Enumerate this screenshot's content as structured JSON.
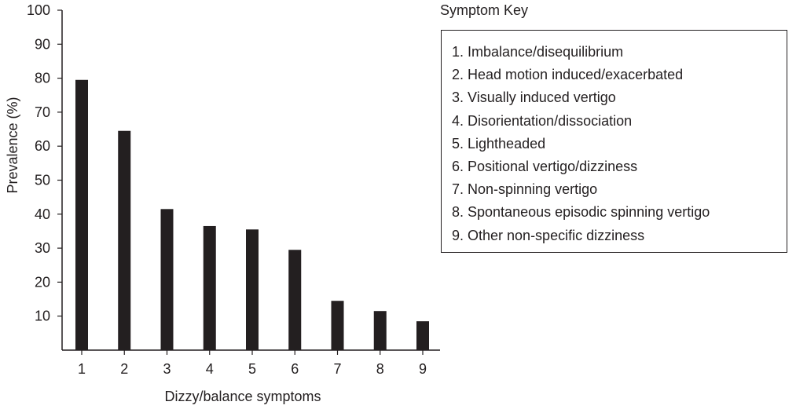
{
  "chart_data": {
    "type": "bar",
    "categories": [
      "1",
      "2",
      "3",
      "4",
      "5",
      "6",
      "7",
      "8",
      "9"
    ],
    "values": [
      79.5,
      64.5,
      41.5,
      36.5,
      35.5,
      29.5,
      14.5,
      11.5,
      8.5
    ],
    "title": "",
    "xlabel": "Dizzy/balance symptoms",
    "ylabel": "Prevalence (%)",
    "ylim": [
      0,
      100
    ],
    "yticks": [
      10,
      20,
      30,
      40,
      50,
      60,
      70,
      80,
      90,
      100
    ],
    "bar_color": "#231f20",
    "grid": false
  },
  "legend": {
    "title": "Symptom Key",
    "items": [
      "1. Imbalance/disequilibrium",
      "2. Head motion induced/exacerbated",
      "3. Visually induced vertigo",
      "4. Disorientation/dissociation",
      "5. Lightheaded",
      "6. Positional vertigo/dizziness",
      "7. Non-spinning vertigo",
      "8. Spontaneous episodic spinning vertigo",
      "9. Other non-specific dizziness"
    ]
  }
}
